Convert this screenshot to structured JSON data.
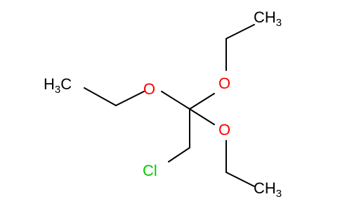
{
  "molecule": {
    "atoms": {
      "o1": "O",
      "o2": "O",
      "o3": "O",
      "cl": "Cl",
      "ch3_top": {
        "main": "CH",
        "sub": "3"
      },
      "ch3_left": {
        "main": "H",
        "sub": "3",
        "tail": "C"
      },
      "ch3_bottom": {
        "main": "CH",
        "sub": "3"
      }
    }
  },
  "colors": {
    "bond": "#000000",
    "carbon_label": "#000000",
    "oxygen": "#ff0000",
    "chlorine": "#00cc00"
  }
}
